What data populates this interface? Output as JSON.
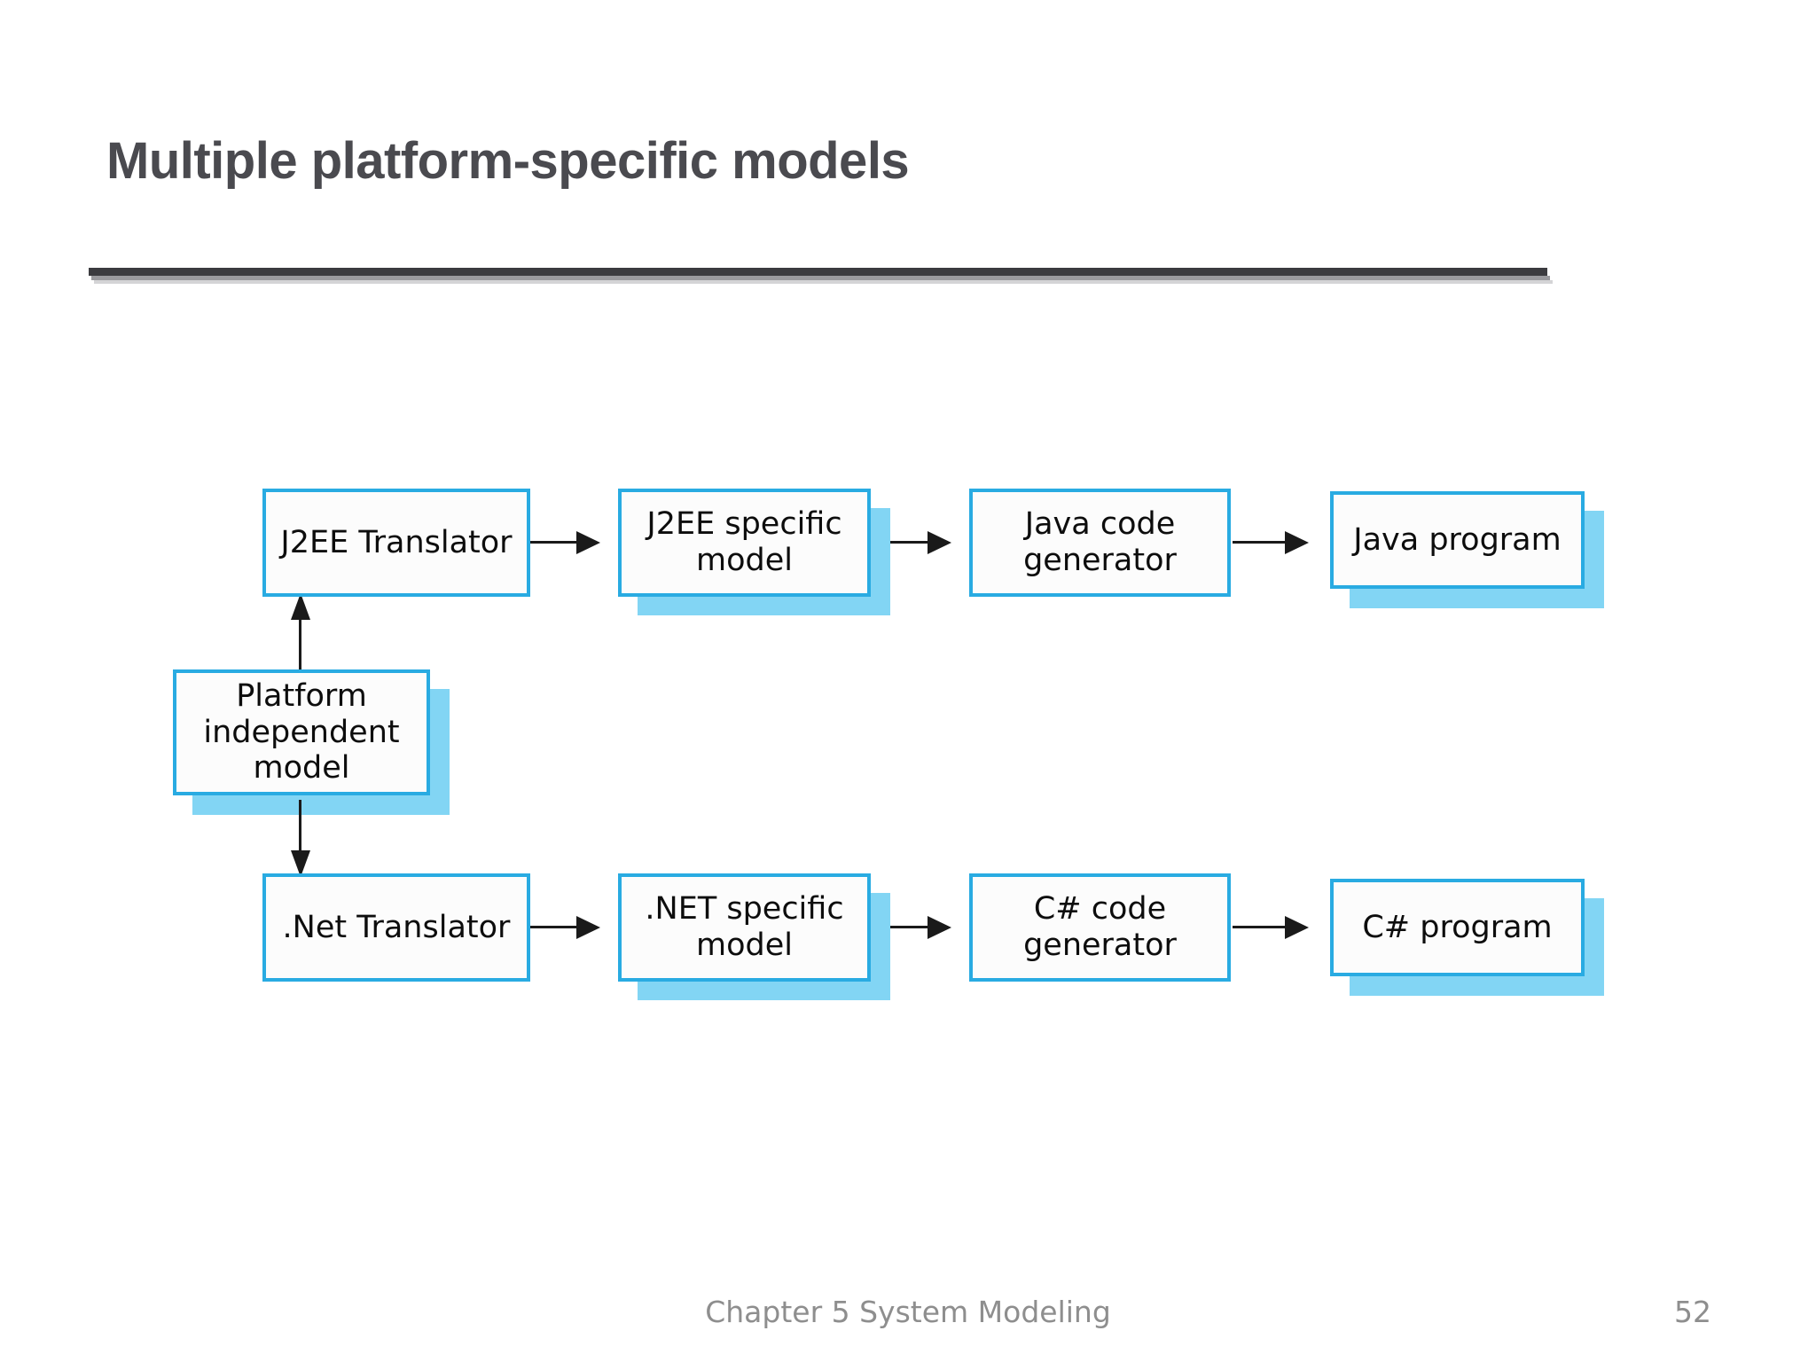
{
  "slide": {
    "title": "Multiple platform-specific models",
    "footer_note": "Chapter 5 System Modeling",
    "page_number": "52"
  },
  "colors": {
    "accent_border": "#29abe2",
    "box_shadow": "#82d5f4",
    "title_text": "#4a4a4f",
    "footer_text": "#8e8e8e",
    "rule_dark": "#3b3b3f",
    "arrow": "#1a1a1a",
    "box_fill": "#fcfcfc"
  },
  "diagram": {
    "type": "flowchart",
    "nodes": [
      {
        "id": "pim",
        "label": "Platform\nindependent\nmodel",
        "shadow": true,
        "row": "middle"
      },
      {
        "id": "j2ee-translator",
        "label": "J2EE Translator",
        "shadow": false,
        "row": "top"
      },
      {
        "id": "j2ee-psm",
        "label": "J2EE specific\nmodel",
        "shadow": true,
        "row": "top"
      },
      {
        "id": "java-generator",
        "label": "Java code\ngenerator",
        "shadow": false,
        "row": "top"
      },
      {
        "id": "java-program",
        "label": "Java program",
        "shadow": true,
        "row": "top"
      },
      {
        "id": "net-translator",
        "label": ".Net Translator",
        "shadow": false,
        "row": "bottom"
      },
      {
        "id": "net-psm",
        "label": ".NET specific\nmodel",
        "shadow": true,
        "row": "bottom"
      },
      {
        "id": "csharp-generator",
        "label": "C# code\ngenerator",
        "shadow": false,
        "row": "bottom"
      },
      {
        "id": "csharp-program",
        "label": "C# program",
        "shadow": true,
        "row": "bottom"
      }
    ],
    "edges": [
      {
        "from": "pim",
        "to": "j2ee-translator",
        "direction": "up"
      },
      {
        "from": "pim",
        "to": "net-translator",
        "direction": "down"
      },
      {
        "from": "j2ee-translator",
        "to": "j2ee-psm",
        "direction": "right"
      },
      {
        "from": "j2ee-psm",
        "to": "java-generator",
        "direction": "right"
      },
      {
        "from": "java-generator",
        "to": "java-program",
        "direction": "right"
      },
      {
        "from": "net-translator",
        "to": "net-psm",
        "direction": "right"
      },
      {
        "from": "net-psm",
        "to": "csharp-generator",
        "direction": "right"
      },
      {
        "from": "csharp-generator",
        "to": "csharp-program",
        "direction": "right"
      }
    ]
  }
}
